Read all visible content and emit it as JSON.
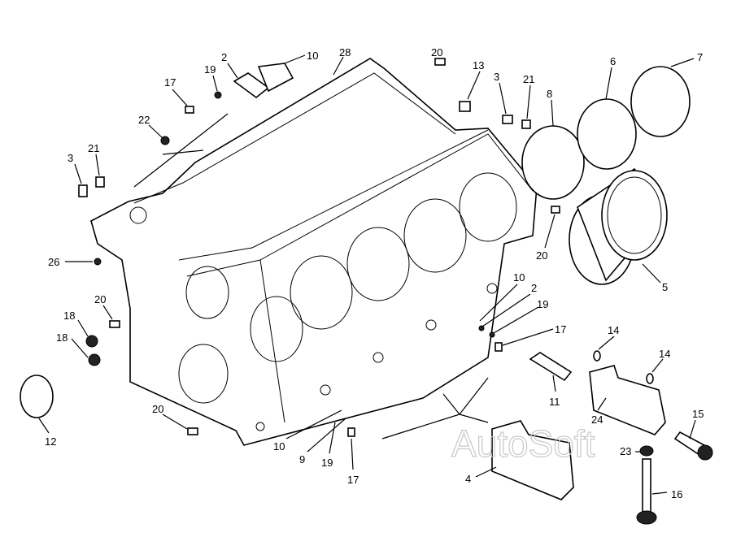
{
  "diagram": {
    "watermark": "AutoSoft",
    "callouts": [
      "2",
      "10",
      "28",
      "20",
      "7",
      "6",
      "13",
      "3",
      "21",
      "8",
      "17",
      "19",
      "22",
      "3",
      "21",
      "26",
      "20",
      "5",
      "10",
      "2",
      "19",
      "17",
      "20",
      "18",
      "18",
      "14",
      "14",
      "11",
      "24",
      "15",
      "20",
      "12",
      "10",
      "9",
      "19",
      "17",
      "23",
      "4",
      "16"
    ]
  }
}
